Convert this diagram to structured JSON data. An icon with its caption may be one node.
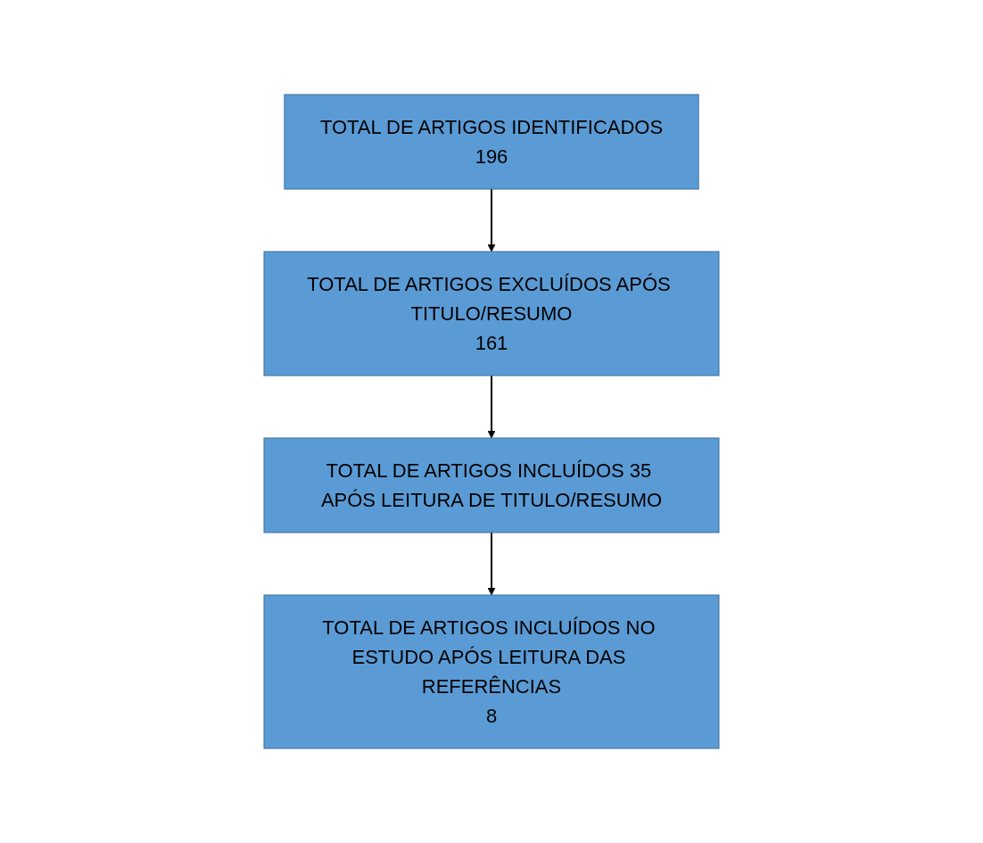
{
  "diagram": {
    "nodes": [
      {
        "text": [
          "TOTAL DE ARTIGOS IDENTIFICADOS",
          "196"
        ]
      },
      {
        "text": [
          "TOTAL DE ARTIGOS EXCLUÍDOS APÓS TITULO/RESUMO",
          "161"
        ]
      },
      {
        "text": [
          "TOTAL DE ARTIGOS INCLUÍDOS 35 APÓS LEITURA DE TITULO/RESUMO"
        ]
      },
      {
        "text": [
          "TOTAL DE ARTIGOS INCLUÍDOS NO ESTUDO APÓS LEITURA DAS REFERÊNCIAS",
          "8"
        ]
      }
    ],
    "edges": [
      {
        "from": 0,
        "to": 1,
        "arrow": "to"
      },
      {
        "from": 1,
        "to": 2,
        "arrow": "to"
      },
      {
        "from": 2,
        "to": 3,
        "arrow": "to"
      }
    ]
  }
}
